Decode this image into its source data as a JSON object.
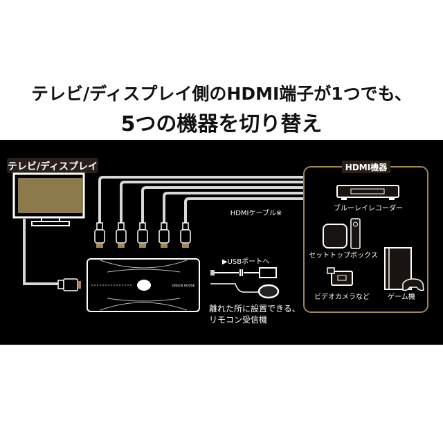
{
  "headline": {
    "line1": "テレビ/ディスプレイ側のHDMI端子が1つでも、",
    "line2": "5つの機器を切り替え"
  },
  "diagram": {
    "tv_label": "テレビ/ディスプレイ",
    "devices_label": "HDMI機器",
    "cable_label": "HDMIケーブル※",
    "usb_label": "▶USBポートへ",
    "receiver_caption": [
      "離れた所に設置できる、",
      "リモコン受信機"
    ],
    "switch_brand": "GREEN HOUSE",
    "devices": [
      {
        "name": "ブルーレイレコーダー",
        "icon": "bluray-recorder-icon"
      },
      {
        "name": "セットトップボックス",
        "icon": "set-top-box-icon"
      },
      {
        "name": "ビデオカメラなど",
        "icon": "video-camera-icon"
      },
      {
        "name": "ゲーム機",
        "icon": "game-console-icon"
      }
    ],
    "colors": {
      "background": "#000000",
      "accent_gold": "#a08850",
      "screen": "#8c7a4c",
      "cable": "#d8d8d8",
      "label_bg": "#2a1f1a"
    }
  }
}
